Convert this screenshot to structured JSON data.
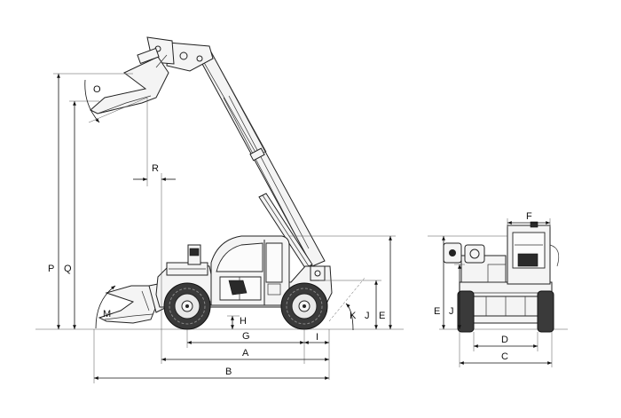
{
  "diagram": {
    "dimension_labels": {
      "A": "A",
      "B": "B",
      "C": "C",
      "D": "D",
      "E": "E",
      "F": "F",
      "G": "G",
      "H": "H",
      "I": "I",
      "J": "J",
      "K": "K",
      "M": "M",
      "O": "O",
      "P": "P",
      "Q": "Q",
      "R": "R"
    },
    "colors": {
      "line": "#222222",
      "tire": "#3a3a3a",
      "background": "#ffffff"
    }
  }
}
